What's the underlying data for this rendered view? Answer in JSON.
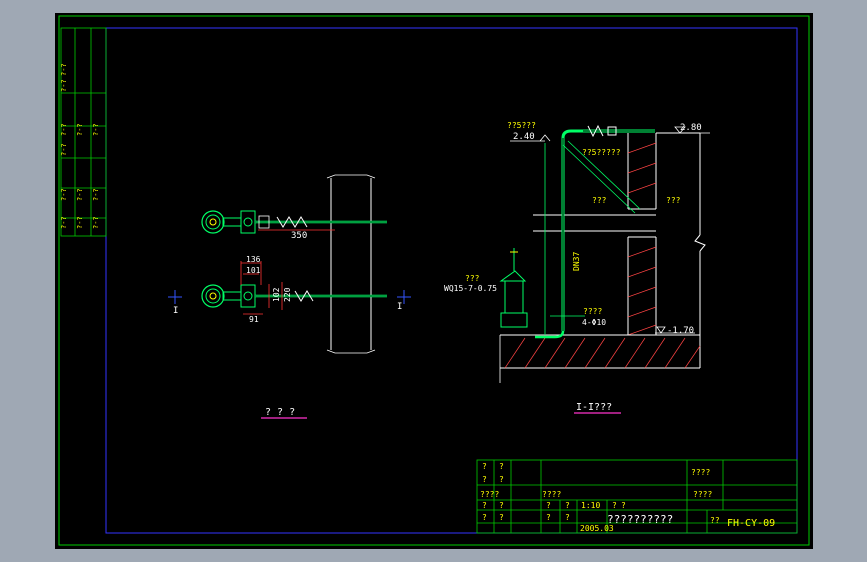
{
  "colors": {
    "background": "#9fa8b4",
    "canvas": "#000000",
    "frame_outer": "#00cc00",
    "frame_inner": "#3333ff",
    "wall": "#ffffff",
    "pipe": "#00ff66",
    "dimension": "#ff3333",
    "text": "#ffff00",
    "annotation": "#ffffff",
    "title_underline": "#ff33cc",
    "hatch": "#ff4444"
  },
  "side_panel": {
    "labels": [
      "?-?",
      "?-?",
      "?-?",
      "?-?",
      "?-?",
      "?-?",
      "?-?",
      "?-?",
      "?-?",
      "?-?",
      "?-?",
      "?-?"
    ]
  },
  "plan_view": {
    "dim_350": "350",
    "dim_136": "136",
    "dim_101": "101",
    "dim_102": "102",
    "dim_220": "220",
    "dim_91": "91",
    "section_mark_left": "I",
    "section_mark_right": "I",
    "caption": "? ? ?"
  },
  "section_view": {
    "label_top_left": "??5???",
    "elev_240": "2.40",
    "elev_280": "2.80",
    "label_diag": "??5?????",
    "label_mid1": "???",
    "label_mid2": "???",
    "pipe_dn": "DN37",
    "pump_label": "???",
    "pump_model": "WQ15-7-0.75",
    "anchor_label": "????",
    "anchor_spec": "4-Φ10",
    "elev_neg170": "-1.70",
    "caption": "I-I???"
  },
  "title_block": {
    "r1c1": "?",
    "r1c2": "?",
    "r2c1": "?",
    "r2c2": "?",
    "r3c1": "????",
    "r3c3": "????",
    "r4c1": "?",
    "r4c2": "?",
    "r4c3": "?",
    "r4c4": "?",
    "r4c5": "1:10",
    "r4c6": "?",
    "r4c7": "?",
    "r5c1": "?",
    "r5c2": "?",
    "r5c3": "?",
    "r5c4": "?",
    "r5c5": "2005.03",
    "drawing_name": "??????????",
    "right_top": "????",
    "right_mid": "????",
    "scale_label": "??",
    "drawing_no": "FH-CY-09"
  }
}
